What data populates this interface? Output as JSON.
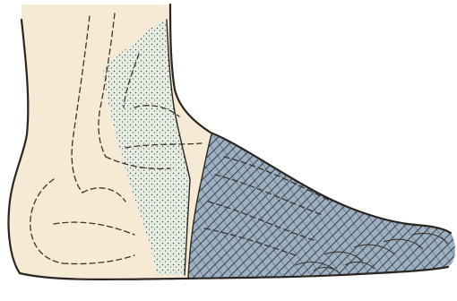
{
  "figure": {
    "subject": "foot-nerve-distribution",
    "regions": [
      {
        "name": "sural-nerve-region",
        "pattern": "stipple"
      },
      {
        "name": "lateral-plantar-region",
        "pattern": "crosshatch"
      }
    ],
    "colors": {
      "paper": "#ffffff",
      "skin": "#f6ead4",
      "ink": "#2b2520",
      "stipple_fill": "#dfe6dc",
      "hatch_fill": "#8fa3b4"
    }
  }
}
